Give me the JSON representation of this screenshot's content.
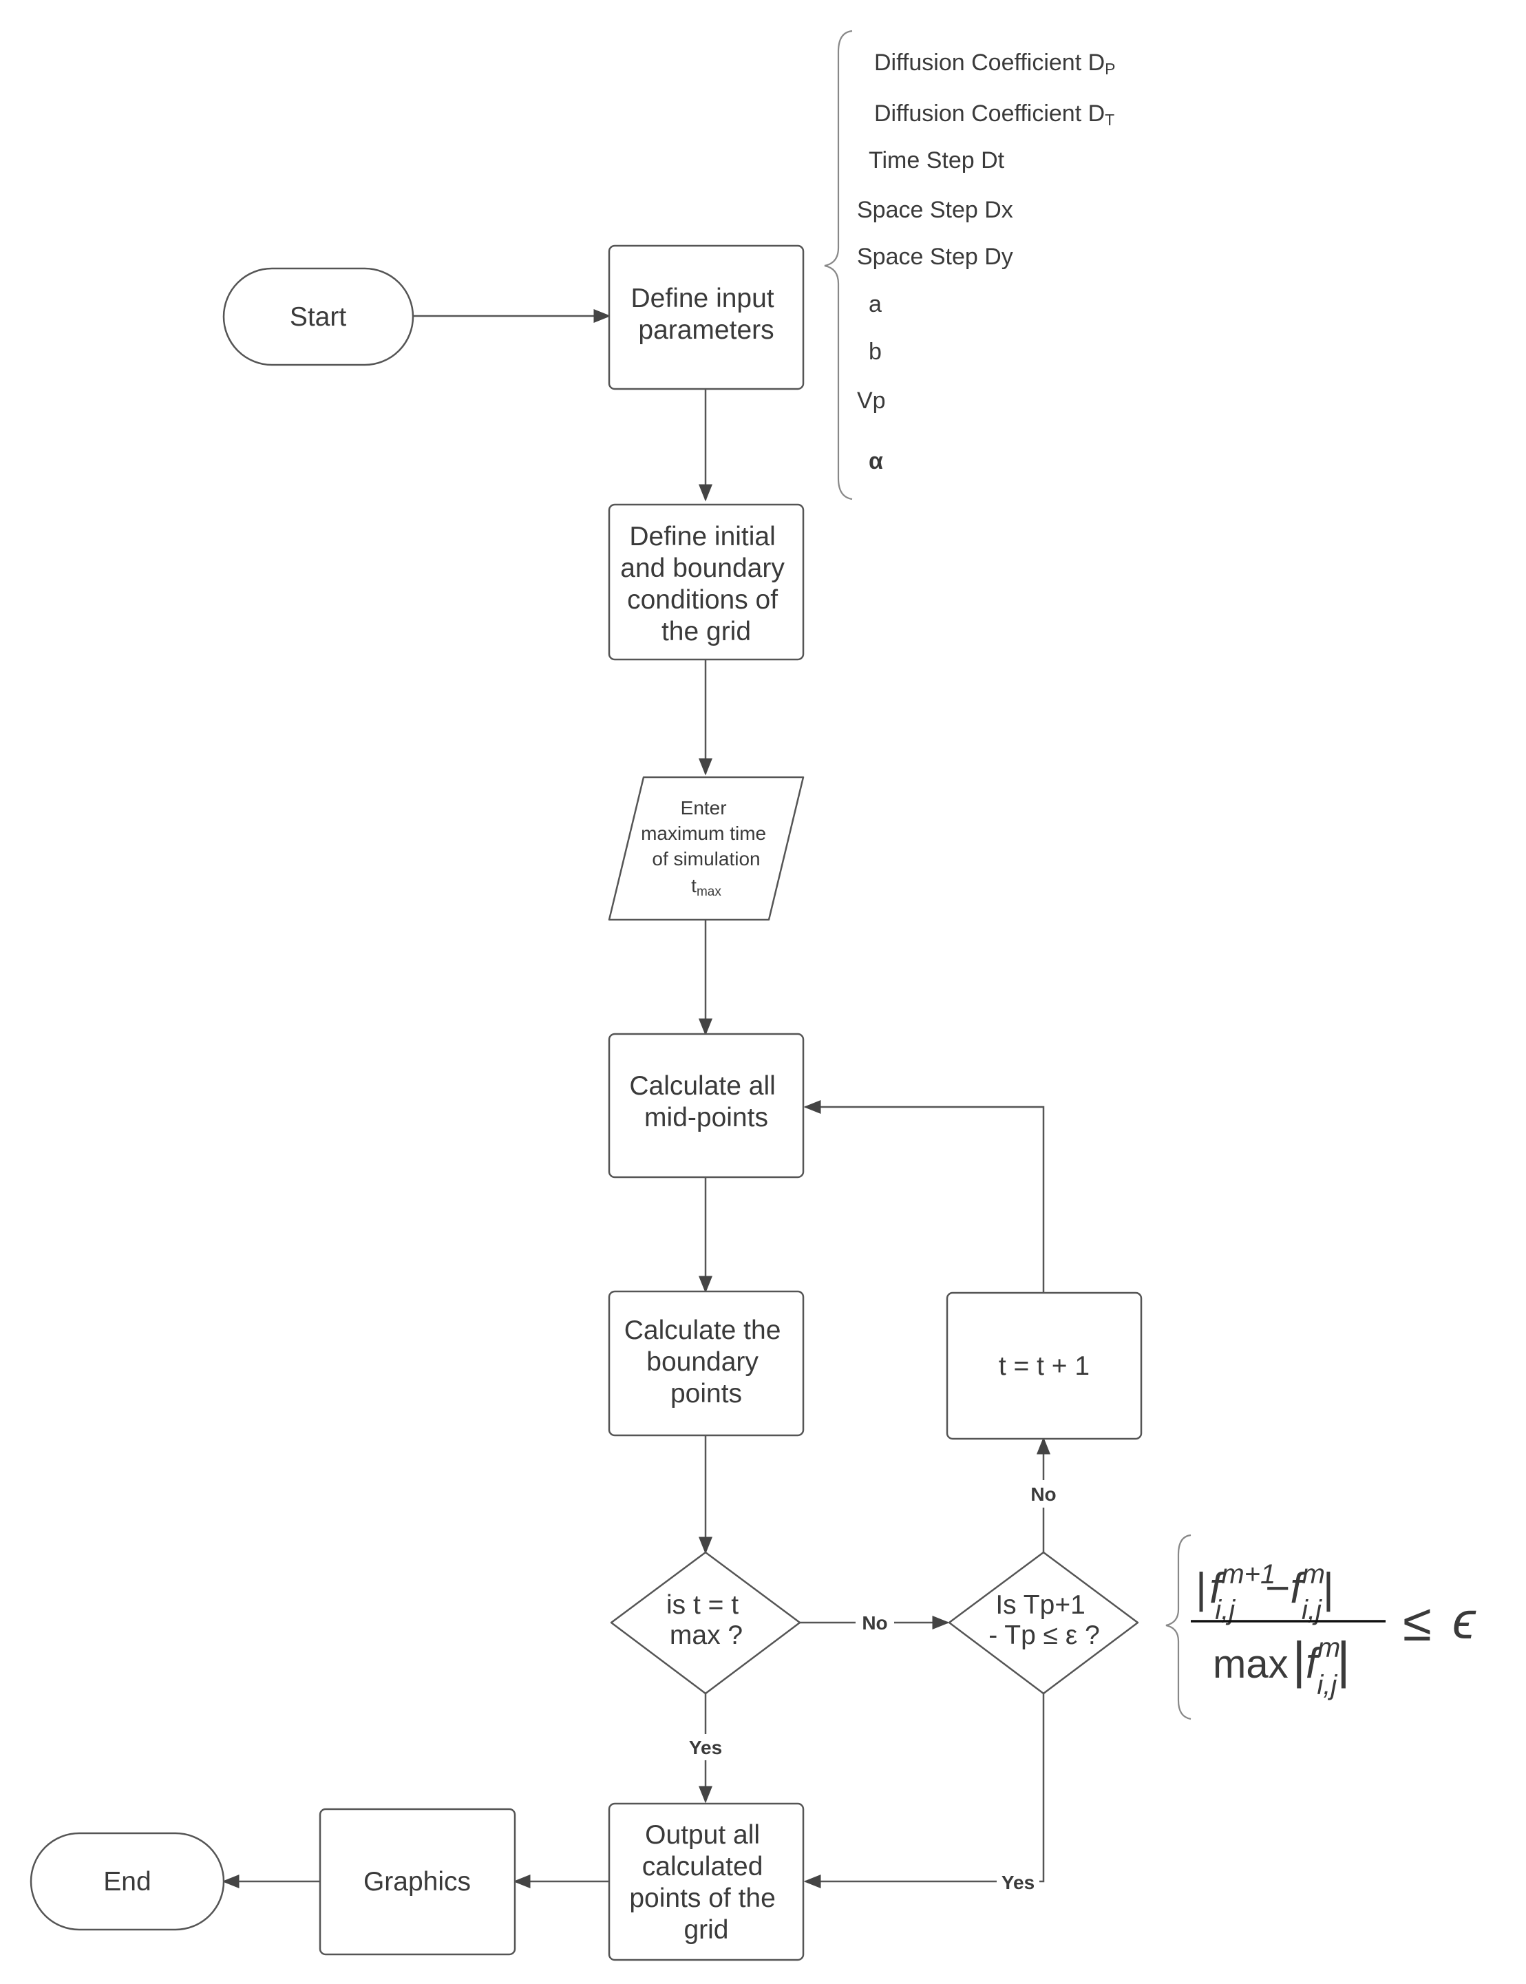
{
  "nodes": {
    "start": "Start",
    "define_inputs": [
      "Define input",
      "parameters"
    ],
    "define_conditions": [
      "Define initial",
      "and boundary",
      "conditions of",
      "the grid"
    ],
    "enter_tmax": [
      "Enter",
      "maximum time",
      "of simulation"
    ],
    "enter_tmax_symbol": {
      "base": "t",
      "sub": "max"
    },
    "calc_midpoints": [
      "Calculate all",
      "mid-points"
    ],
    "calc_boundary": [
      "Calculate the",
      "boundary",
      "points"
    ],
    "decision_tmax": [
      "is t = t",
      "max ?"
    ],
    "decision_convergence": [
      "Is Tp+1",
      "- Tp ≤ ε ?"
    ],
    "increment": "t = t + 1",
    "output": [
      "Output all",
      "calculated",
      "points of the",
      "grid"
    ],
    "graphics": "Graphics",
    "end": "End"
  },
  "edge_labels": {
    "tmax_no": "No",
    "tmax_yes": "Yes",
    "convergence_no": "No",
    "convergence_yes": "Yes"
  },
  "parameters": [
    {
      "text": "Diffusion Coefficient D",
      "sub": "P"
    },
    {
      "text": "Diffusion Coefficient D",
      "sub": "T"
    },
    {
      "text": "Time Step Dt"
    },
    {
      "text": "Space Step Dx"
    },
    {
      "text": "Space Step Dy"
    },
    {
      "text": "a"
    },
    {
      "text": "b"
    },
    {
      "text": "Vp"
    },
    {
      "text": "α"
    }
  ],
  "criterion": {
    "f": "f",
    "index": "i,j",
    "sup_next": "m+1",
    "sup_curr": "m",
    "minus": "−",
    "bar_open": "|",
    "bar_close": "|",
    "max": "max",
    "leq": "≤",
    "epsilon": "ϵ"
  }
}
